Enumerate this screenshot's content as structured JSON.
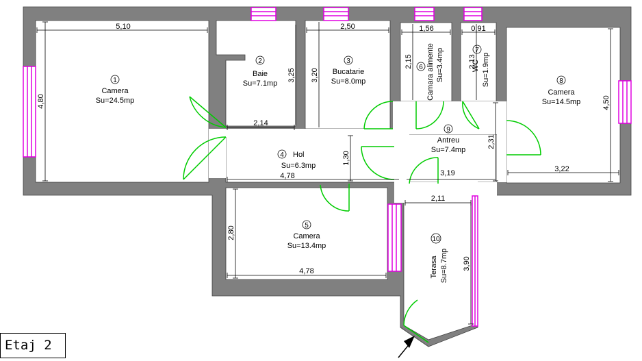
{
  "floor_label": "Etaj 2",
  "colors": {
    "wall": "#808080",
    "door": "#00cc00",
    "window": "#e000e0",
    "dimension": "#000000"
  },
  "rooms": [
    {
      "number": "1",
      "name": "Camera",
      "area": "Su=24.5mp"
    },
    {
      "number": "2",
      "name": "Baie",
      "area": "Su=7.1mp"
    },
    {
      "number": "3",
      "name": "Bucatarie",
      "area": "Su=8.0mp"
    },
    {
      "number": "4",
      "name": "Hol",
      "area": "Su=6.3mp"
    },
    {
      "number": "5",
      "name": "Camera",
      "area": "Su=13.4mp"
    },
    {
      "number": "6",
      "name": "Camara alimente",
      "area": "Su=3.4mp"
    },
    {
      "number": "7",
      "name": "WC",
      "area": "Su=1.9mp"
    },
    {
      "number": "8",
      "name": "Camera",
      "area": "Su=14.5mp"
    },
    {
      "number": "9",
      "name": "Antreu",
      "area": "Su=7.4mp"
    },
    {
      "number": "10",
      "name": "Terasa",
      "area": "Su=8.7mp"
    }
  ],
  "dimensions": {
    "r1_width": "5,10",
    "r1_height": "4,80",
    "r2_height": "3,25",
    "r2_width": "2,14",
    "r3_width": "2,50",
    "r3_height": "3,20",
    "r4_height": "1,30",
    "r4_width": "4,78",
    "r5_height": "2,80",
    "r5_width": "4,78",
    "r6_width": "1,56",
    "r6_height": "2,15",
    "r7_width": "0,91",
    "r7_height": "2,13",
    "r8_height": "4,50",
    "r8_width": "3,22",
    "r9_height": "2,31",
    "r9_width": "3,19",
    "r10_width": "2,11",
    "r10_height": "3,90"
  }
}
